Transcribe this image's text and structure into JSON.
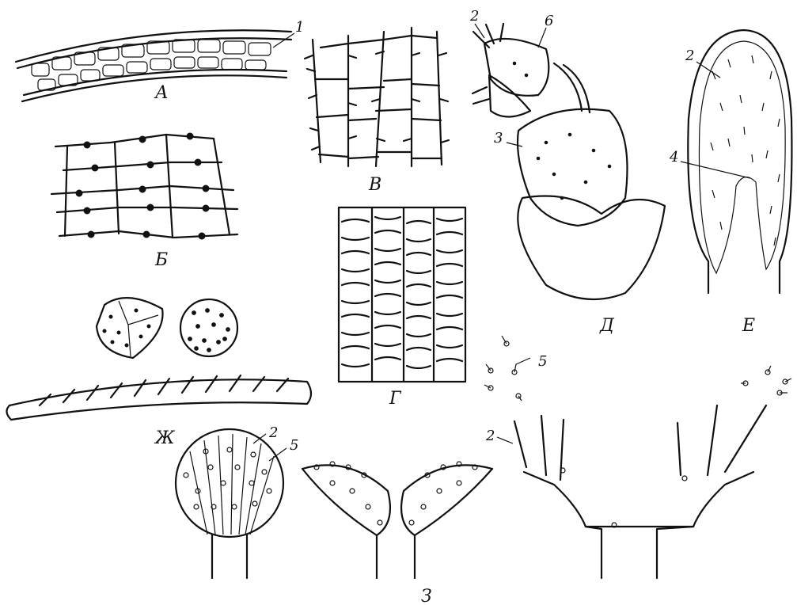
{
  "panels": {
    "A": "А",
    "B": "Б",
    "V": "В",
    "G": "Г",
    "D": "Д",
    "E": "Е",
    "ZH": "Ж",
    "Z": "З"
  },
  "numbers": {
    "n1": "1",
    "n2": "2",
    "n3": "3",
    "n4": "4",
    "n5": "5",
    "n6": "6"
  }
}
